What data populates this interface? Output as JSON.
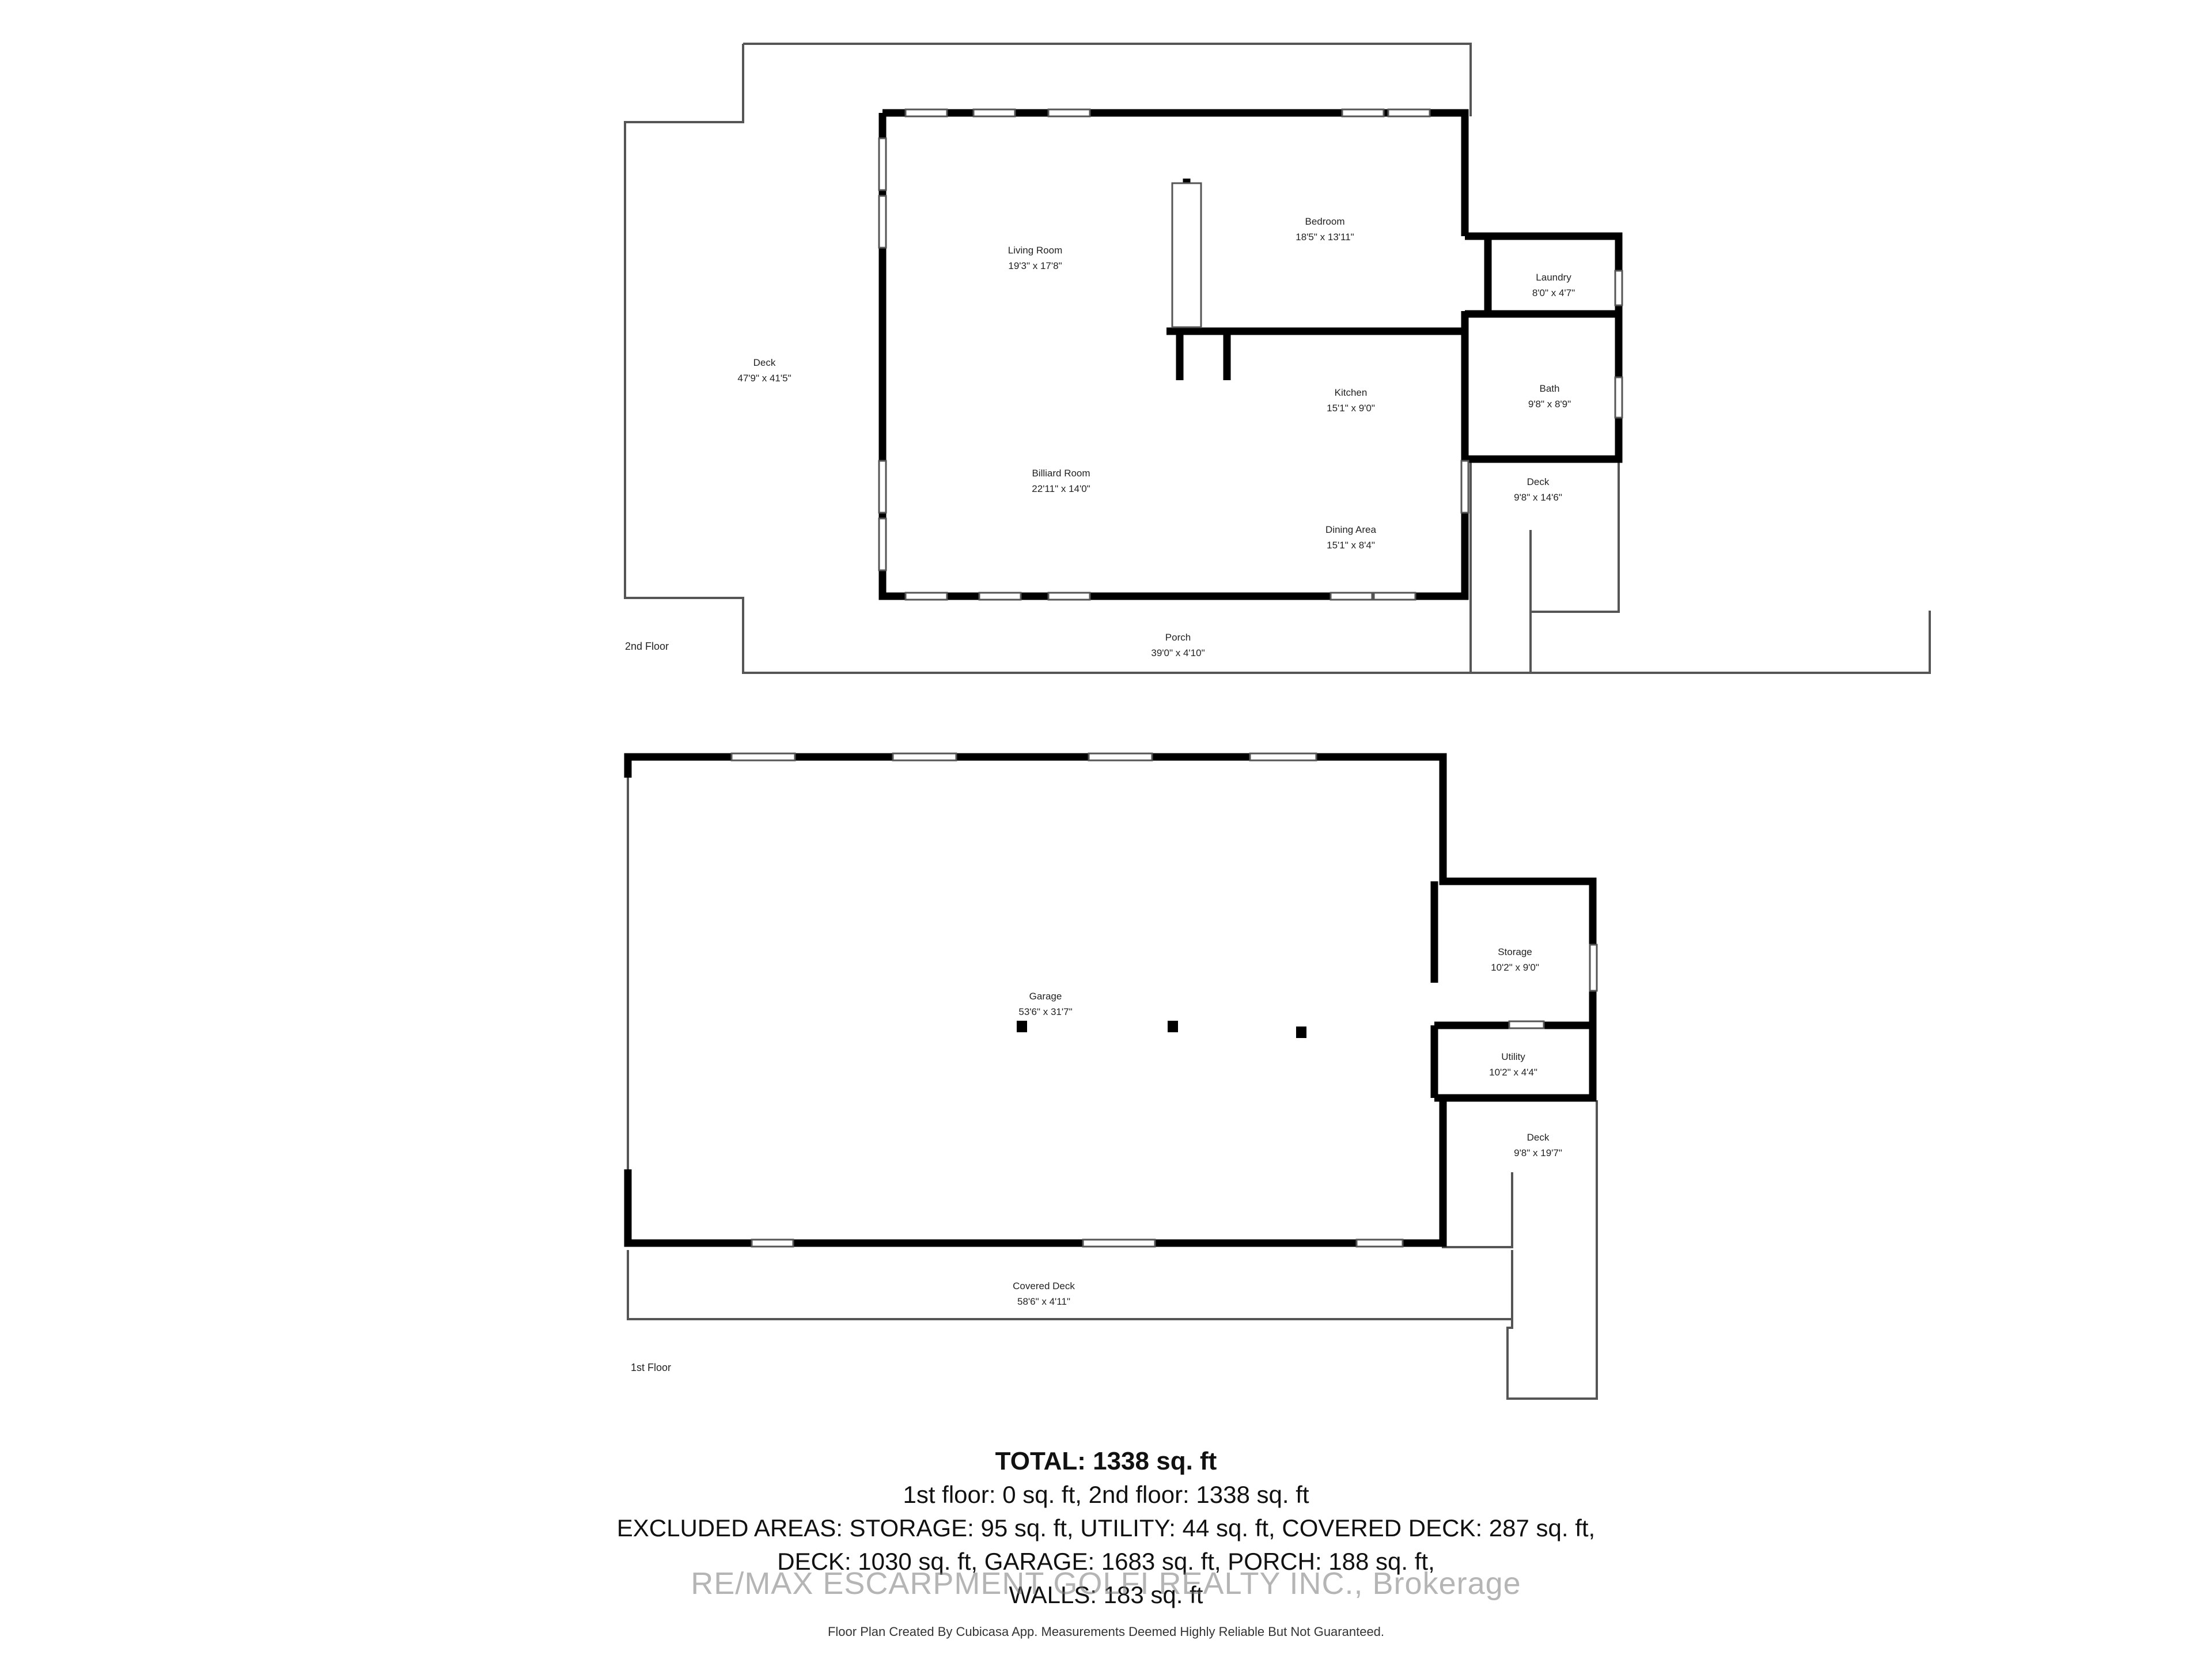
{
  "floors": [
    {
      "name": "2nd Floor",
      "rooms": [
        {
          "name": "Deck",
          "size": "47'9\" x 41'5\""
        },
        {
          "name": "Living Room",
          "size": "19'3\" x 17'8\""
        },
        {
          "name": "Bedroom",
          "size": "18'5\" x 13'11\""
        },
        {
          "name": "Laundry",
          "size": "8'0\" x 4'7\""
        },
        {
          "name": "Bath",
          "size": "9'8\" x 8'9\""
        },
        {
          "name": "Kitchen",
          "size": "15'1\" x 9'0\""
        },
        {
          "name": "Billiard Room",
          "size": "22'11\" x 14'0\""
        },
        {
          "name": "Deck",
          "size": "9'8\" x 14'6\""
        },
        {
          "name": "Dining Area",
          "size": "15'1\" x 8'4\""
        },
        {
          "name": "Porch",
          "size": "39'0\" x 4'10\""
        }
      ]
    },
    {
      "name": "1st Floor",
      "rooms": [
        {
          "name": "Garage",
          "size": "53'6\" x 31'7\""
        },
        {
          "name": "Storage",
          "size": "10'2\" x 9'0\""
        },
        {
          "name": "Utility",
          "size": "10'2\" x 4'4\""
        },
        {
          "name": "Deck",
          "size": "9'8\" x 19'7\""
        },
        {
          "name": "Covered Deck",
          "size": "58'6\" x 4'11\""
        }
      ]
    }
  ],
  "summary": {
    "total": "TOTAL: 1338 sq. ft",
    "line1": "1st floor: 0 sq. ft, 2nd floor: 1338 sq. ft",
    "line2": "EXCLUDED AREAS: STORAGE: 95 sq. ft, UTILITY: 44 sq. ft, COVERED DECK: 287 sq. ft,",
    "line3": "DECK: 1030 sq. ft, GARAGE: 1683 sq. ft, PORCH: 188 sq. ft,",
    "line4": "WALLS: 183 sq. ft"
  },
  "watermark": "RE/MAX ESCARPMENT GOLFI REALTY INC., Brokerage",
  "credit": "Floor Plan Created By Cubicasa App. Measurements Deemed Highly Reliable But Not Guaranteed.",
  "colors": {
    "wall": "#000000",
    "thin_wall": "#555555",
    "background": "#ffffff"
  }
}
